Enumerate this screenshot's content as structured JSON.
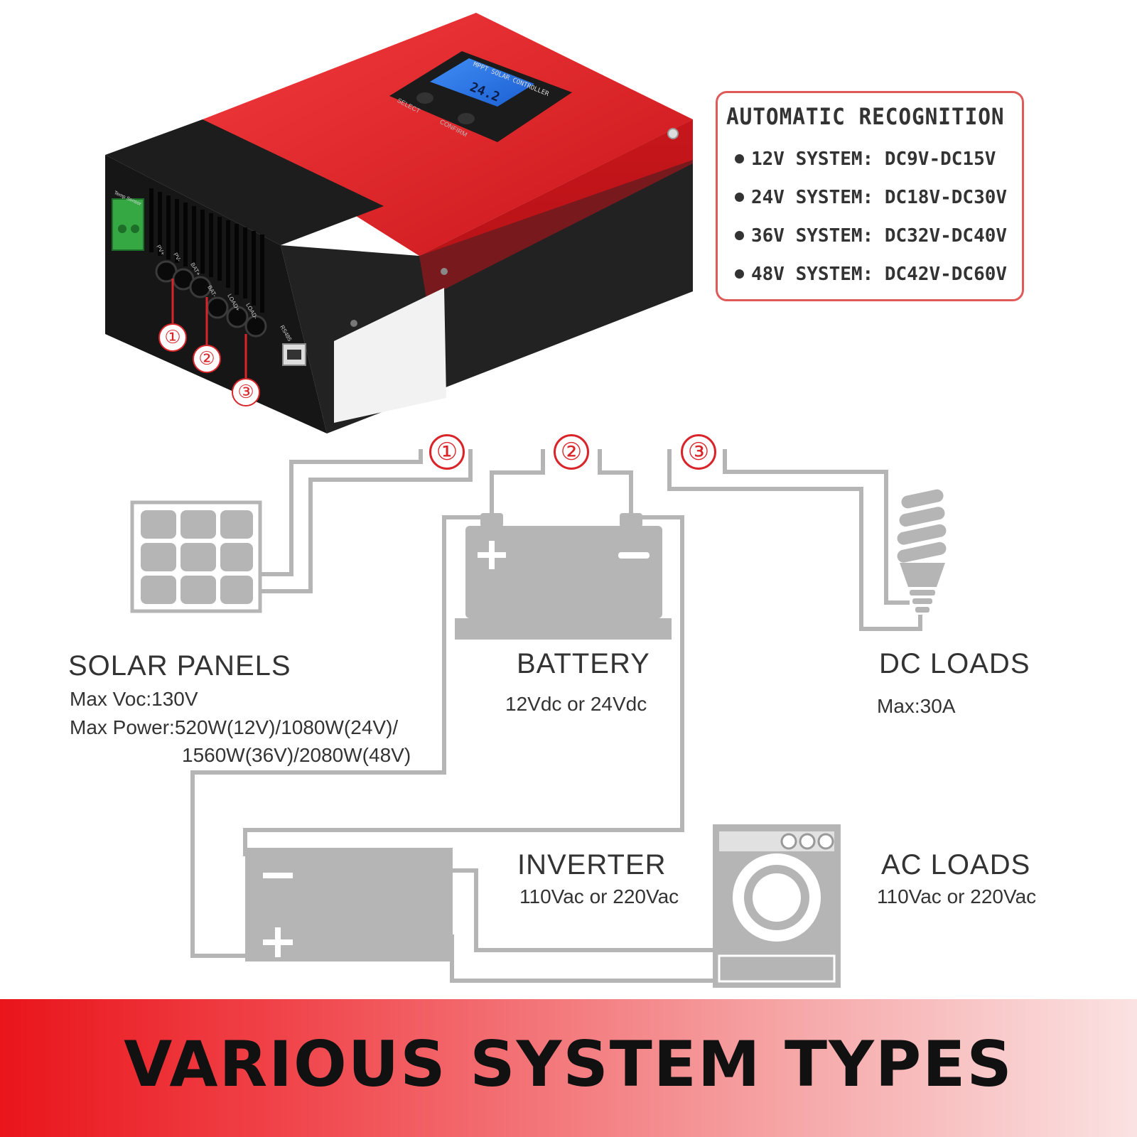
{
  "device": {
    "brand_label": "MPPT SOLAR CONTROLLER",
    "lcd_reading": "24.2",
    "buttons": [
      "SELECT",
      "CONFIRM"
    ],
    "temp_sensor_label": "Temp Sensor",
    "terminal_labels": [
      "PV+",
      "PV-",
      "BAT+",
      "BAT-",
      "LOAD+",
      "LOAD-"
    ],
    "port_label": "RS485",
    "callouts": [
      "①",
      "②",
      "③"
    ]
  },
  "recognition": {
    "title": "AUTOMATIC RECOGNITION",
    "items": [
      "12V SYSTEM: DC9V-DC15V",
      "24V SYSTEM: DC18V-DC30V",
      "36V SYSTEM: DC32V-DC40V",
      "48V SYSTEM: DC42V-DC60V"
    ]
  },
  "diagram": {
    "markers": [
      "①",
      "②",
      "③"
    ],
    "solar": {
      "title": "SOLAR  PANELS",
      "line1": "Max  Voc:130V",
      "line2": "Max  Power:520W(12V)/1080W(24V)/",
      "line3": "1560W(36V)/2080W(48V)"
    },
    "battery": {
      "title": "BATTERY",
      "spec": "12Vdc  or  24Vdc"
    },
    "dc_loads": {
      "title": "DC  LOADS",
      "spec": "Max:30A"
    },
    "inverter": {
      "title": "INVERTER",
      "spec": "110Vac  or  220Vac"
    },
    "ac_loads": {
      "title": "AC  LOADS",
      "spec": "110Vac  or  220Vac"
    }
  },
  "banner": {
    "text": "VARIOUS SYSTEM TYPES"
  },
  "colors": {
    "accent_red": "#d9252a",
    "wire_gray": "#b5b5b5",
    "body_red": "#e8262b"
  }
}
